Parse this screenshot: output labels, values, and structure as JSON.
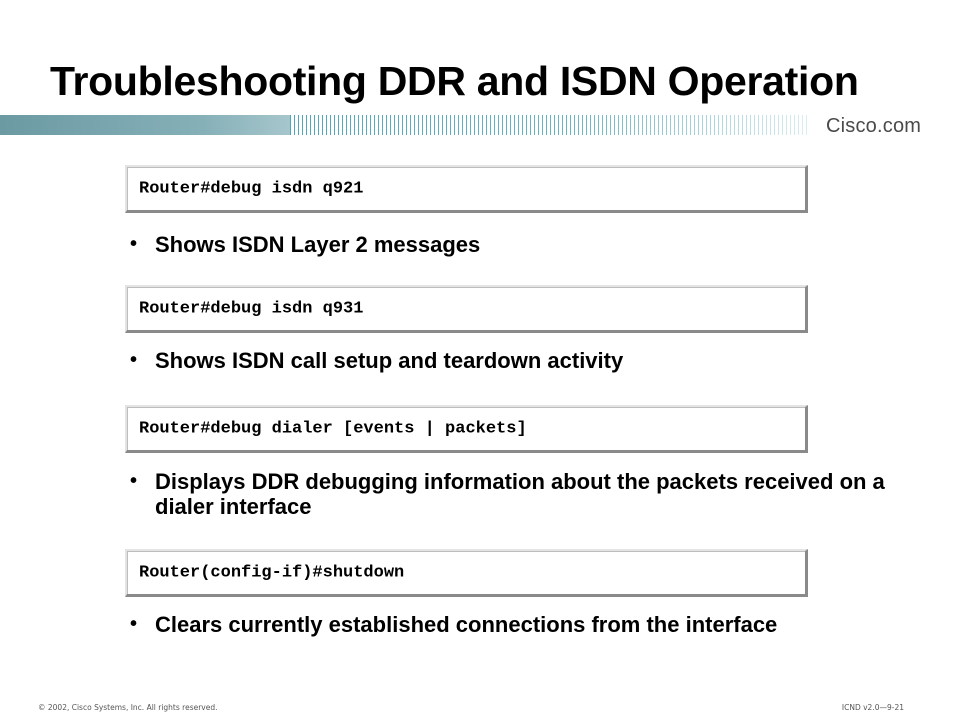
{
  "slide": {
    "title": "Troubleshooting DDR and ISDN Operation",
    "logo": "Cisco.com"
  },
  "commands": [
    {
      "text": "Router#debug isdn q921"
    },
    {
      "text": "Router#debug isdn q931"
    },
    {
      "text": "Router#debug dialer [events | packets]"
    },
    {
      "text": "Router(config-if)#shutdown"
    }
  ],
  "bullets": [
    {
      "marker": "•",
      "text": "Shows ISDN Layer 2 messages"
    },
    {
      "marker": "•",
      "text": "Shows ISDN call setup and teardown activity"
    },
    {
      "marker": "•",
      "text": "Displays DDR debugging information about the packets received on a dialer interface"
    },
    {
      "marker": "•",
      "text": "Clears currently established connections from the interface"
    }
  ],
  "footer": {
    "copyright": "© 2002, Cisco Systems, Inc. All rights reserved.",
    "course": "ICND v2.0—9-21"
  }
}
